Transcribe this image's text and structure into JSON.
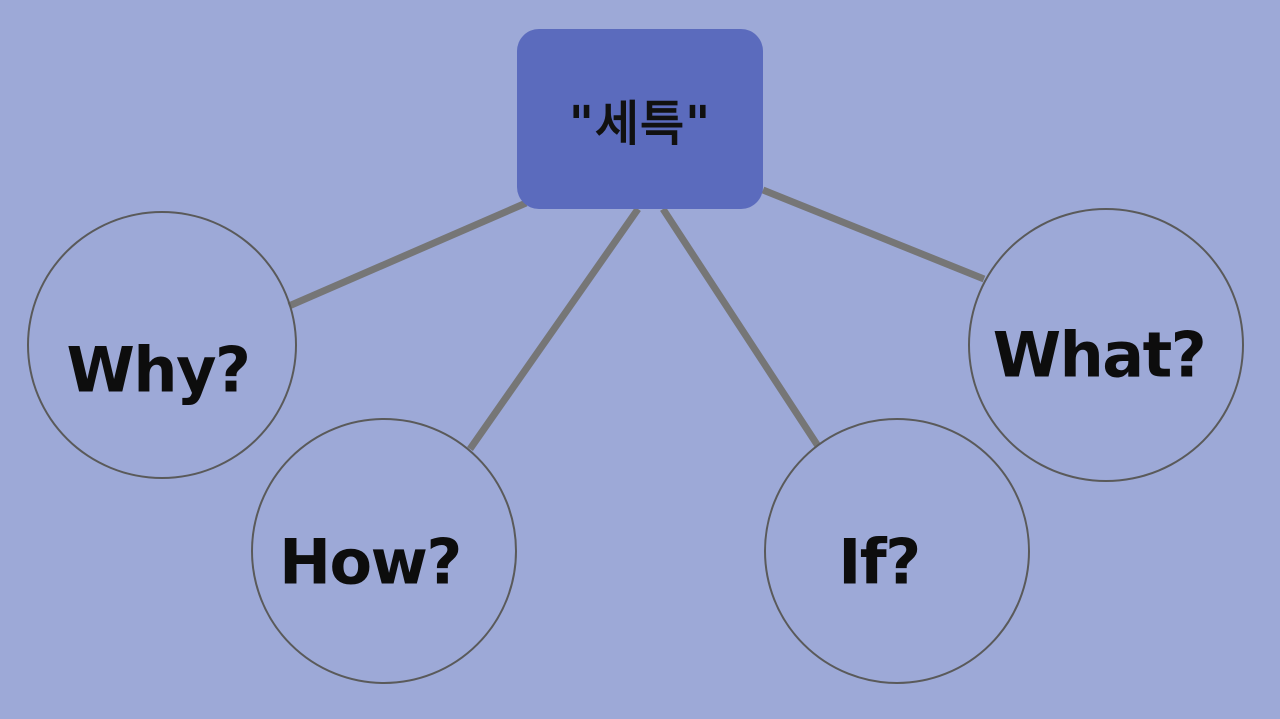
{
  "diagram": {
    "center": {
      "label": "\"세특\"",
      "fill_color": "#5b6bbd"
    },
    "nodes": [
      {
        "id": "why",
        "label": "Why?"
      },
      {
        "id": "how",
        "label": "How?"
      },
      {
        "id": "if",
        "label": "If?"
      },
      {
        "id": "what",
        "label": "What?"
      }
    ],
    "connections": [
      {
        "from": "center",
        "to": "why"
      },
      {
        "from": "center",
        "to": "how"
      },
      {
        "from": "center",
        "to": "if"
      },
      {
        "from": "center",
        "to": "what"
      }
    ],
    "colors": {
      "background": "#9da9d7",
      "connector": "#767676",
      "node_outline": "#5a5a5a",
      "text": "#0d0d0d"
    }
  }
}
